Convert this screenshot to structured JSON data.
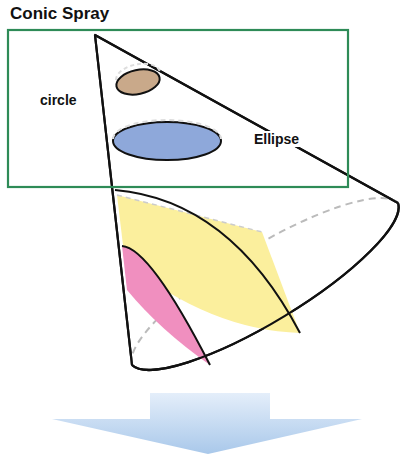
{
  "diagram": {
    "title": "Conic Spray",
    "labels": [
      "circle",
      "Ellipse"
    ]
  }
}
